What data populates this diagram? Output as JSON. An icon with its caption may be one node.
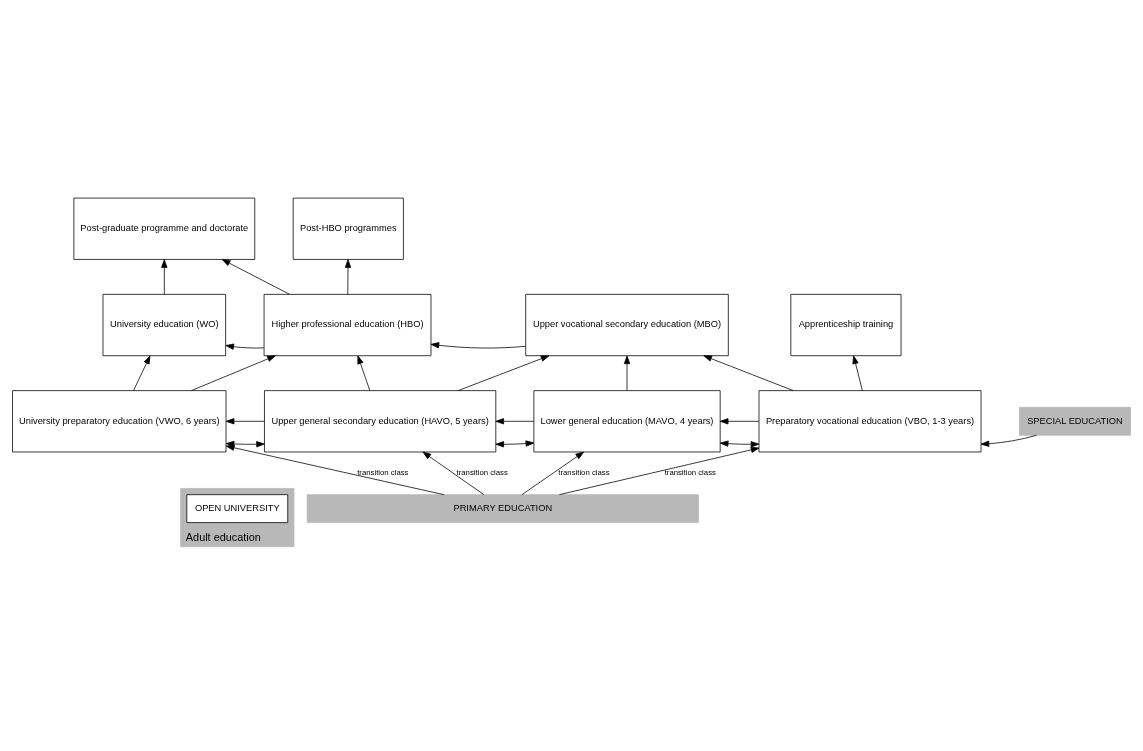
{
  "diagram": {
    "nodes": [
      {
        "text": [
          "Post-graduate programme and doctorate"
        ]
      },
      {
        "text": [
          "Post-HBO programmes"
        ]
      },
      {
        "text": [
          "Adult education"
        ]
      },
      {
        "text": [
          "OPEN UNIVERSITY"
        ],
        "in": 2
      },
      {
        "text": [
          "University education (WO)"
        ]
      },
      {
        "text": [
          "Higher professional education (HBO)"
        ]
      },
      {
        "text": [
          "Upper vocational secondary education (MBO)"
        ]
      },
      {
        "text": [
          "Apprenticeship training"
        ]
      },
      {
        "text": [
          "University preparatory education (VWO, 6 years)"
        ]
      },
      {
        "text": [
          "Upper general secondary education (HAVO, 5 years)"
        ]
      },
      {
        "text": [
          "Lower general education (MAVO, 4 years)"
        ]
      },
      {
        "text": [
          "Preparatory vocational education (VBO, 1-3 years)"
        ]
      },
      {
        "text": [
          "SPECIAL EDUCATION"
        ]
      },
      {
        "text": [
          "PRIMARY EDUCATION"
        ]
      }
    ],
    "edges": [
      {
        "from": 4,
        "to": 0,
        "arrow": "to"
      },
      {
        "from": 5,
        "to": 0,
        "arrow": "to"
      },
      {
        "from": 5,
        "to": 1,
        "arrow": "to"
      },
      {
        "from": 5,
        "to": 4,
        "arrow": "to"
      },
      {
        "from": 6,
        "to": 5,
        "arrow": "to"
      },
      {
        "from": 8,
        "to": 4,
        "arrow": "to"
      },
      {
        "from": 8,
        "to": 5,
        "arrow": "to"
      },
      {
        "from": 9,
        "to": 5,
        "arrow": "to"
      },
      {
        "from": 9,
        "to": 8,
        "arrow": "to"
      },
      {
        "from": 9,
        "to": 6,
        "arrow": "to"
      },
      {
        "from": 10,
        "to": 6,
        "arrow": "to"
      },
      {
        "from": 10,
        "to": 9,
        "arrow": "to"
      },
      {
        "from": 11,
        "to": 6,
        "arrow": "to"
      },
      {
        "from": 11,
        "to": 7,
        "arrow": "to"
      },
      {
        "from": 11,
        "to": 10,
        "arrow": "to"
      },
      {
        "from": 12,
        "to": 11,
        "arrow": "to"
      },
      {
        "from": 8,
        "to": 9,
        "arrow": "both"
      },
      {
        "from": 9,
        "to": 10,
        "arrow": "both"
      },
      {
        "from": 10,
        "to": 11,
        "arrow": "both"
      },
      {
        "from": 13,
        "to": 8,
        "arrow": "to",
        "label": "transition class"
      },
      {
        "from": 13,
        "to": 9,
        "arrow": "to",
        "label": "transition class"
      },
      {
        "from": 13,
        "to": 10,
        "arrow": "to",
        "label": "transition class"
      },
      {
        "from": 13,
        "to": 11,
        "arrow": "to",
        "label": "transition class"
      }
    ]
  }
}
